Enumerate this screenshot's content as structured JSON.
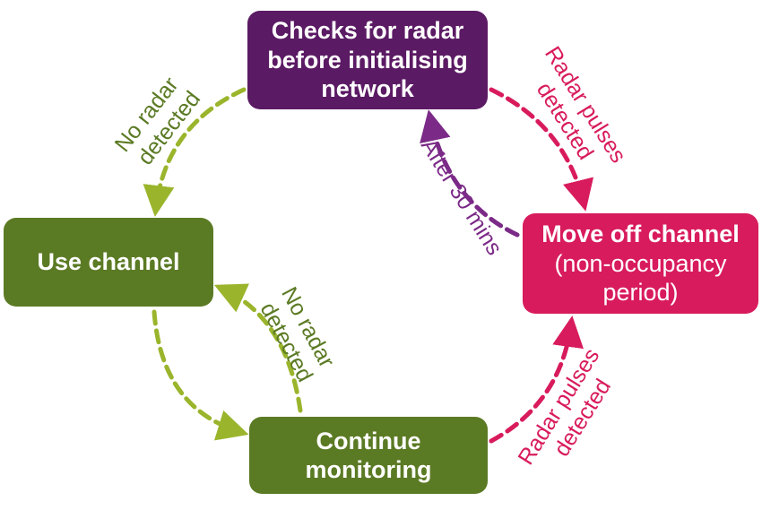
{
  "nodes": {
    "check": {
      "lines": [
        "Checks for radar",
        "before initialising",
        "network"
      ],
      "color": "#5b1a64"
    },
    "use": {
      "lines": [
        "Use channel"
      ],
      "color": "#5b7a24"
    },
    "continue": {
      "lines": [
        "Continue",
        "monitoring"
      ],
      "color": "#5b7a24"
    },
    "move": {
      "title": "Move off channel",
      "lines": [
        "(non-occupancy",
        "period)"
      ],
      "color": "#d81b5c"
    }
  },
  "edges": {
    "check_to_use": {
      "lines": [
        "No radar",
        "detected"
      ],
      "color": "#9ab52c",
      "label_color": "#5b7a24"
    },
    "continue_to_use": {
      "lines": [
        "No radar",
        "detected"
      ],
      "color": "#9ab52c",
      "label_color": "#5b7a24"
    },
    "use_to_continue": {
      "color": "#9ab52c"
    },
    "check_to_move": {
      "lines": [
        "Radar pulses",
        "detected"
      ],
      "color": "#d81b5c",
      "label_color": "#d81b5c"
    },
    "continue_to_move": {
      "lines": [
        "Radar pulses",
        "detected"
      ],
      "color": "#d81b5c",
      "label_color": "#d81b5c"
    },
    "move_to_check": {
      "lines": [
        "After 30 mins"
      ],
      "color": "#7b2a87",
      "label_color": "#7b2a87"
    }
  }
}
